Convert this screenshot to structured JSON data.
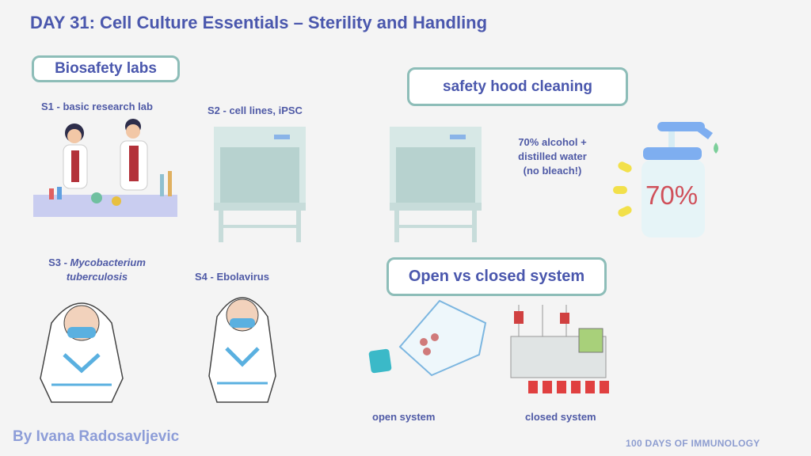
{
  "title": "DAY 31: Cell Culture Essentials – Sterility and Handling",
  "biosafety": {
    "heading": "Biosafety labs",
    "levels": [
      {
        "label": "S1 - basic research lab"
      },
      {
        "label": "S2 - cell lines, iPSC"
      },
      {
        "prefix": "S3 - ",
        "organism": "Mycobacterium tuberculosis"
      },
      {
        "label": "S4 - Ebolavirus"
      }
    ]
  },
  "hood_cleaning": {
    "heading": "safety hood cleaning",
    "instructions": [
      "70% alcohol +",
      "distilled water",
      "(no bleach!)"
    ],
    "bottle_label": "70%"
  },
  "systems": {
    "heading": "Open vs closed system",
    "open_label": "open system",
    "closed_label": "closed system"
  },
  "footer": {
    "author": "By Ivana Radosavljevic",
    "series": "100 DAYS OF IMMUNOLOGY"
  },
  "colors": {
    "text": "#4a57ad",
    "border": "#8dbdb8",
    "bottle_text": "#d0505a"
  }
}
